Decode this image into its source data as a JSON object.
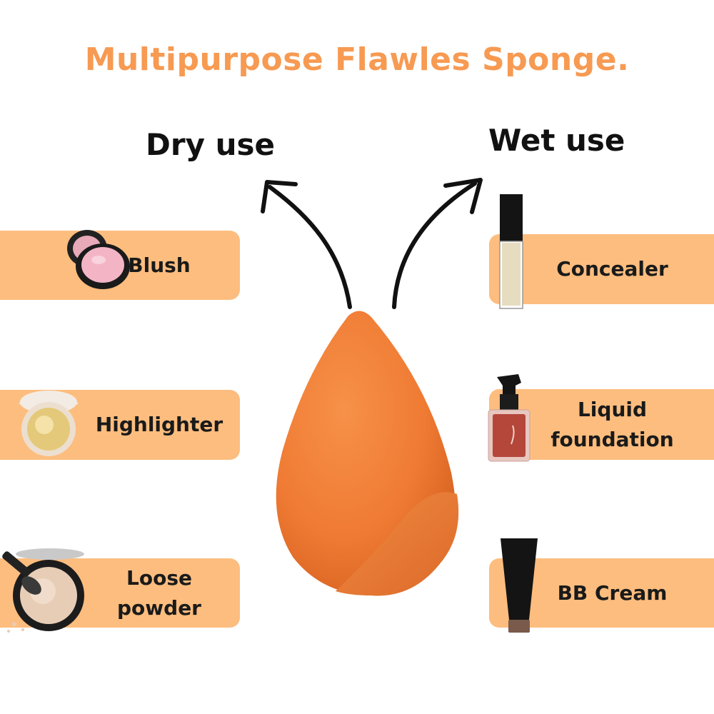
{
  "title": "Multipurpose Flawles Sponge.",
  "headings": {
    "dry": "Dry use",
    "wet": "Wet use"
  },
  "dry_items": [
    {
      "label": "Blush",
      "icon": "blush-compact-icon"
    },
    {
      "label": "Highlighter",
      "icon": "highlighter-compact-icon"
    },
    {
      "label_line1": "Loose",
      "label_line2": "powder",
      "icon": "loose-powder-icon"
    }
  ],
  "wet_items": [
    {
      "label": "Concealer",
      "icon": "concealer-bottle-icon"
    },
    {
      "label_line1": "Liquid",
      "label_line2": "foundation",
      "icon": "foundation-bottle-icon"
    },
    {
      "label": "BB Cream",
      "icon": "bb-cream-tube-icon"
    }
  ],
  "colors": {
    "title": "#f79a52",
    "band": "#fdbd7e",
    "sponge": "#ef7a33",
    "text": "#1a1a1a"
  }
}
